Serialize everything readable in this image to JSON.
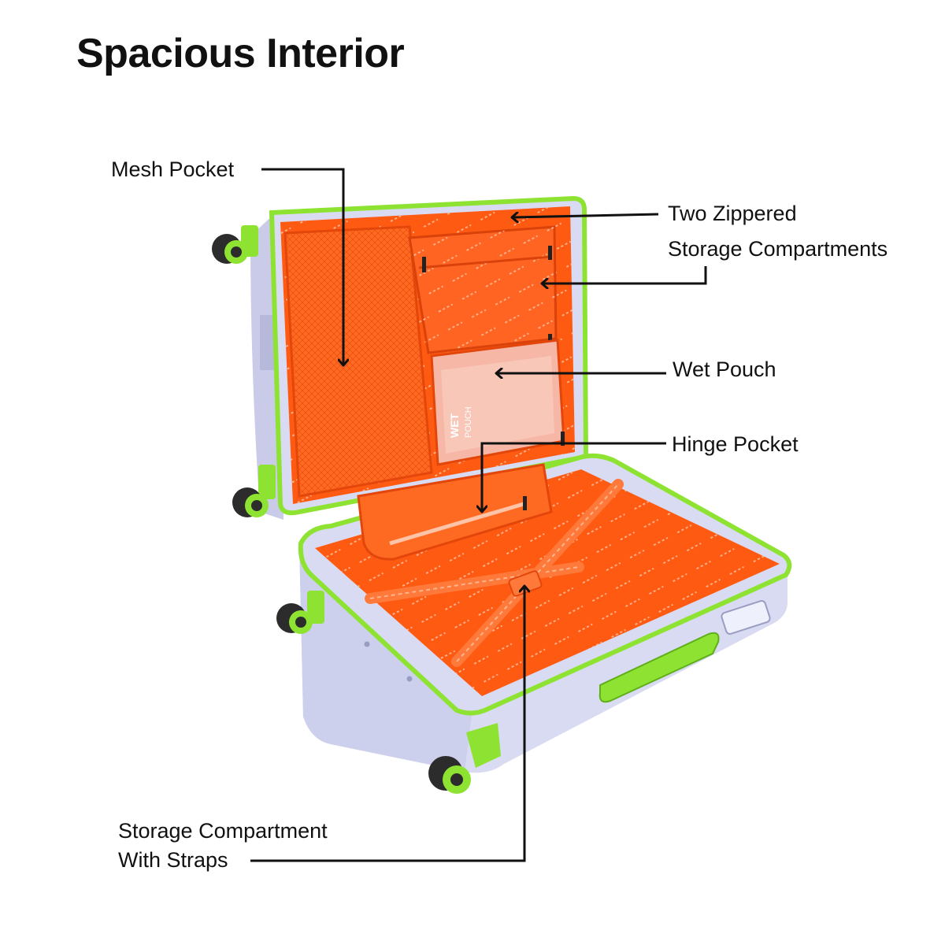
{
  "title": "Spacious Interior",
  "callouts": {
    "mesh_pocket": "Mesh Pocket",
    "zippered_line1": "Two Zippered",
    "zippered_line2": "Storage  Compartments",
    "wet_pouch": "Wet Pouch",
    "hinge_pocket": "Hinge Pocket",
    "straps_line1": "Storage Compartment",
    "straps_line2": "With Straps"
  },
  "pouch_print": [
    "WET",
    "POUCH"
  ],
  "colors": {
    "shell": "#d9dbf2",
    "shell_shadow": "#b9bcdc",
    "lining": "#ff5a12",
    "lining_dark": "#e2460a",
    "trim_green": "#8ee332",
    "wheel": "#2c2c2c",
    "leader_line": "#111111"
  }
}
